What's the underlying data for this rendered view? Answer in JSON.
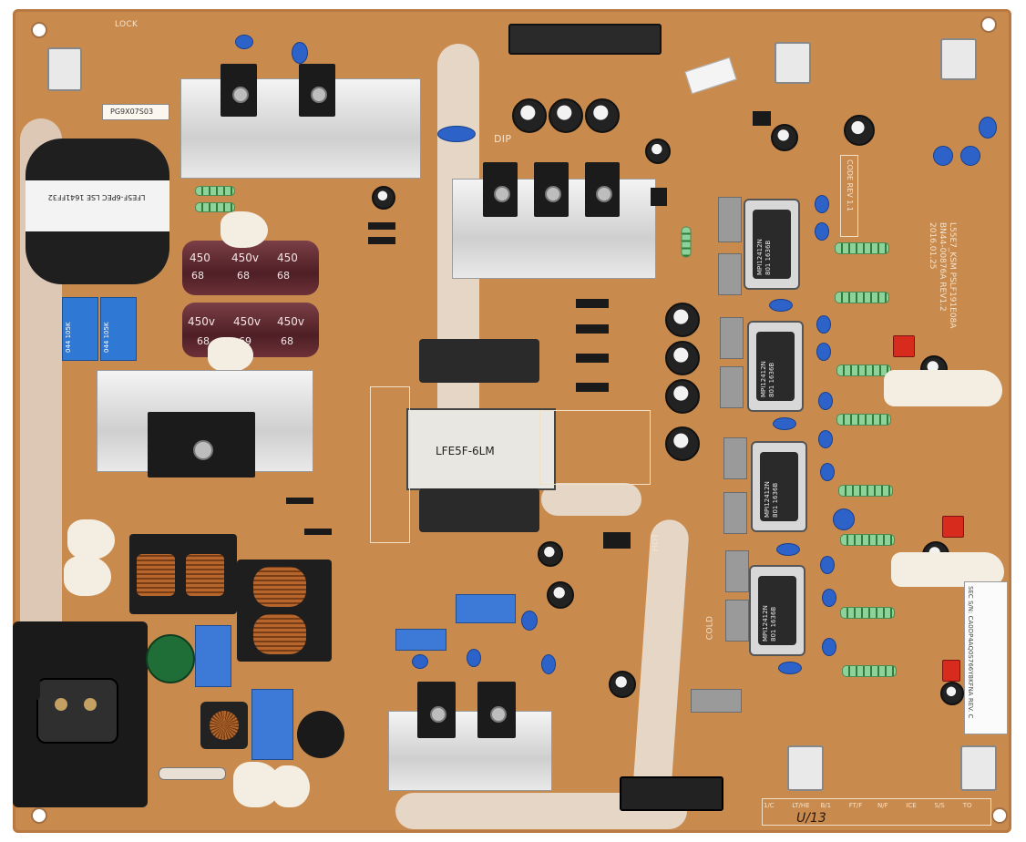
{
  "board": {
    "caution_lock": "LOCK",
    "dip_label": "DIP",
    "hot_label": "HOT",
    "cold_label": "COLD",
    "code_rev": "CODE REV 1.1",
    "model_block": "L55E7_KSM PSLF191E08A BN44-00876A REV1.2 2016.01.25",
    "main_transformer": "LFE5F-6LM",
    "left_transformer": "LFE5F-6PEC LSE 1641FF32",
    "inductors": [
      "MPI12412N 801 1636B",
      "MPI12412N 801 1636B",
      "MPI12412N 801 1636B",
      "MPI12412N 801 1636B"
    ],
    "bulk_caps": [
      "450",
      "450v",
      "450",
      "68",
      "68",
      "68",
      "450v",
      "450v",
      "450v",
      "68",
      "69",
      "68"
    ],
    "blue_caps": [
      "044 105K",
      "044 105K"
    ],
    "serial_sticker": "PG9X07S03",
    "bottom_marks": [
      "1/C",
      "LT/HE",
      "B/1",
      "FT/F",
      "N/F",
      "ICE",
      "S/S",
      "TO"
    ],
    "handwritten": "U/13",
    "side_sticker": "SEC S/N: CA0DP4AQ0S766Y8KFNA REV. C"
  }
}
